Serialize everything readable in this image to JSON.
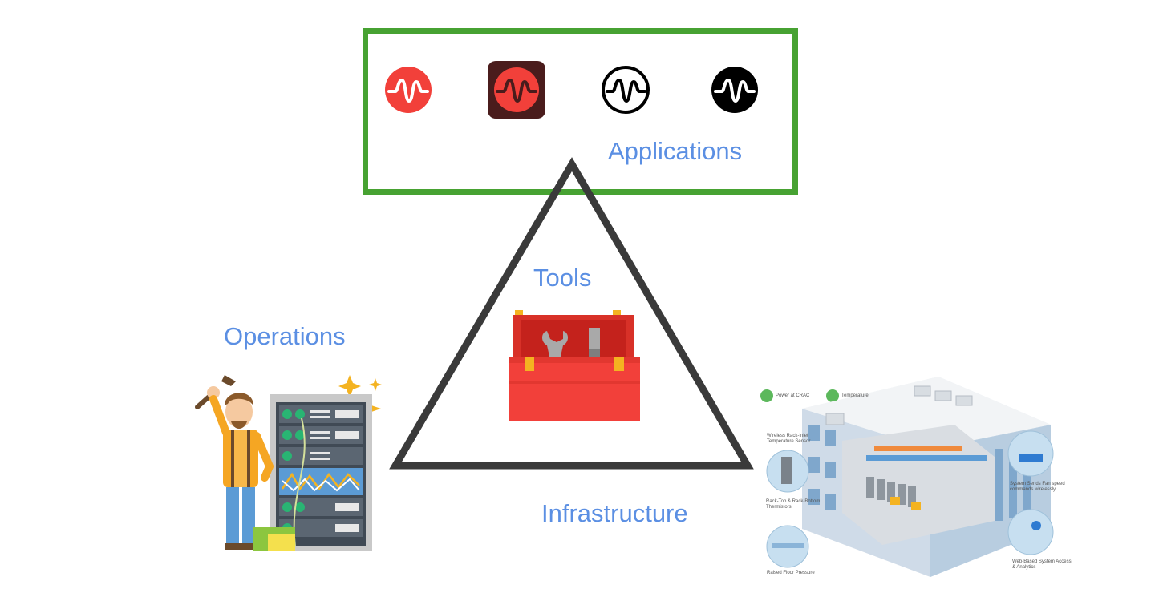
{
  "labels": {
    "applications": "Applications",
    "tools": "Tools",
    "operations": "Operations",
    "infrastructure": "Infrastructure"
  },
  "app_icons": [
    {
      "name": "waveform-red-circle-icon",
      "bg": "#f2403a",
      "fg": "#ffffff"
    },
    {
      "name": "waveform-dark-tile-icon",
      "bg": "#4a1c1c",
      "fg": "#f2403a"
    },
    {
      "name": "waveform-outline-circle-icon",
      "bg": "#ffffff",
      "fg": "#000000"
    },
    {
      "name": "waveform-black-circle-icon",
      "bg": "#000000",
      "fg": "#ffffff"
    }
  ],
  "infra_callouts": {
    "power": "Power at CRAC",
    "temperature": "Temperature",
    "wireless": "Wireless Rack-Inlet Temperature Sensor",
    "thermistors": "Rack-Top & Rack-Bottom Thermistors",
    "floor": "Raised Floor Pressure",
    "fan": "System Sends Fan speed commands wirelessly",
    "web": "Web-Based System Access & Analytics"
  },
  "colors": {
    "label_blue": "#5b8fe3",
    "frame_green": "#47a232",
    "triangle": "#3a3a3a",
    "toolbox_red": "#f2403a"
  }
}
